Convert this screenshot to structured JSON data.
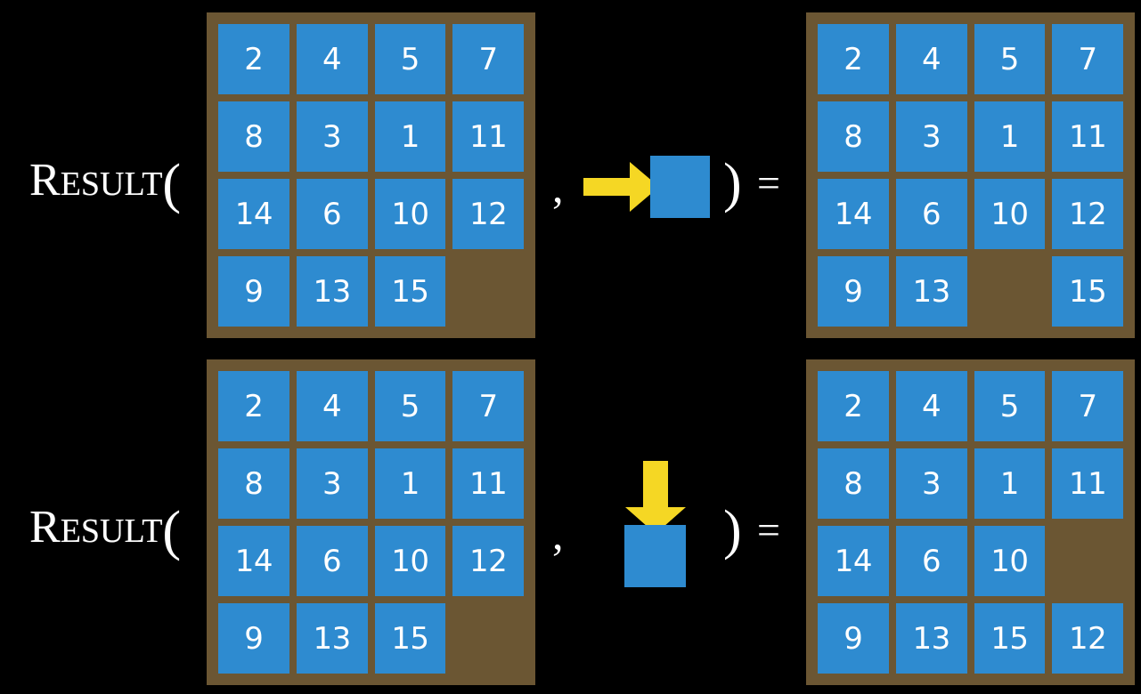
{
  "page": {
    "background_color": "#000000",
    "tile_color": "#2e8bd0",
    "board_color": "#6b5633",
    "arrow_color": "#f5d724",
    "text_color": "#ffffff"
  },
  "rows": [
    {
      "label": {
        "cap": "R",
        "rest": "ESULT",
        "paren_open": "("
      },
      "separator": ",",
      "operation": {
        "direction": "right",
        "arrow_icon": "arrow-right-icon",
        "tile_label": ""
      },
      "paren_close": ")",
      "equals": "=",
      "input_board": {
        "cells": [
          "2",
          "4",
          "5",
          "7",
          "8",
          "3",
          "1",
          "11",
          "14",
          "6",
          "10",
          "12",
          "9",
          "13",
          "15",
          ""
        ]
      },
      "output_board": {
        "cells": [
          "2",
          "4",
          "5",
          "7",
          "8",
          "3",
          "1",
          "11",
          "14",
          "6",
          "10",
          "12",
          "9",
          "13",
          "",
          "15"
        ]
      }
    },
    {
      "label": {
        "cap": "R",
        "rest": "ESULT",
        "paren_open": "("
      },
      "separator": ",",
      "operation": {
        "direction": "down",
        "arrow_icon": "arrow-down-icon",
        "tile_label": ""
      },
      "paren_close": ")",
      "equals": "=",
      "input_board": {
        "cells": [
          "2",
          "4",
          "5",
          "7",
          "8",
          "3",
          "1",
          "11",
          "14",
          "6",
          "10",
          "12",
          "9",
          "13",
          "15",
          ""
        ]
      },
      "output_board": {
        "cells": [
          "2",
          "4",
          "5",
          "7",
          "8",
          "3",
          "1",
          "11",
          "14",
          "6",
          "10",
          "",
          "9",
          "13",
          "15",
          "12"
        ]
      }
    }
  ]
}
